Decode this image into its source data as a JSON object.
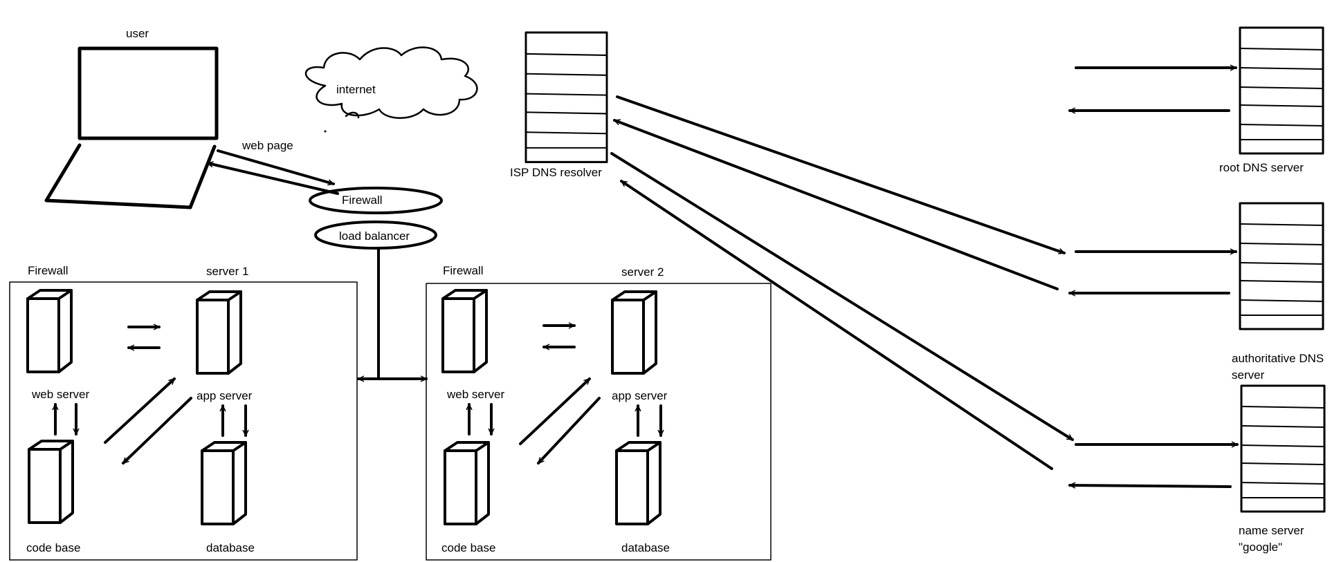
{
  "user": {
    "label": "user"
  },
  "internet": {
    "label": "internet"
  },
  "web_page": {
    "label": "web page"
  },
  "edge": {
    "firewall": "Firewall",
    "load_balancer": "load balancer"
  },
  "cluster1": {
    "firewall": "Firewall",
    "title": "server 1",
    "web_server": "web server",
    "app_server": "app server",
    "code_base": "code base",
    "database": "database"
  },
  "cluster2": {
    "firewall": "Firewall",
    "title": "server 2",
    "web_server": "web server",
    "app_server": "app server",
    "code_base": "code base",
    "database": "database"
  },
  "dns": {
    "isp_resolver": "ISP DNS resolver",
    "root_server": "root DNS server",
    "authoritative_line1": "authoritative DNS",
    "authoritative_line2": "server",
    "name_server_line1": "name server",
    "name_server_line2": "\"google\""
  }
}
